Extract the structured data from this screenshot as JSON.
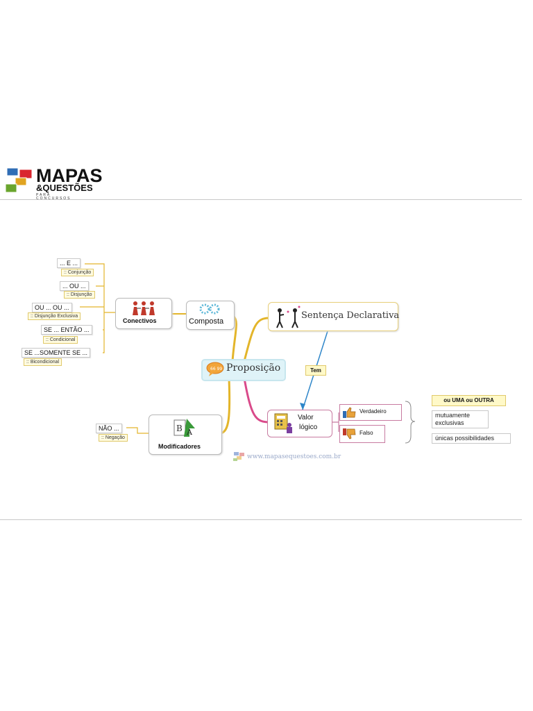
{
  "logo": {
    "title": "MAPAS",
    "subtitle": "&QUESTÕES",
    "tagline": "PARA CONCURSOS"
  },
  "center": {
    "label": "Proposição"
  },
  "nodes": {
    "conectivos": "Conectivos",
    "composta": "Composta",
    "modificadores": "Modificadores",
    "sentenca": "Sentença Declarativa",
    "valor_line1": "Valor",
    "valor_line2": "lógico",
    "verdadeiro": "Verdadeiro",
    "falso": "Falso",
    "tem": "Tem"
  },
  "connectives": [
    {
      "label": "... E ...",
      "sub": ":: Conjunção"
    },
    {
      "label": "... OU ...",
      "sub": ":: Disjunção"
    },
    {
      "label": "OU ... OU ...",
      "sub": ":: Disjunção Exclusiva"
    },
    {
      "label": "SE ... ENTÃO ...",
      "sub": ":: Condicional"
    },
    {
      "label": "SE ...SOMENTE SE ...",
      "sub": ":: Bicondicional"
    }
  ],
  "modifiers": [
    {
      "label": "NÃO ...",
      "sub": ":: Negação"
    }
  ],
  "notes": {
    "title": "ou UMA ou OUTRA",
    "items": [
      "mutuamente exclusivas",
      "únicas possibilidades"
    ]
  },
  "watermark": "www.mapasequestoes.com.br",
  "colors": {
    "branch": "#e3b52a",
    "arrow": "#2e86c9",
    "pink_border": "#c77aa0",
    "center_fill": "#dff3f8"
  }
}
